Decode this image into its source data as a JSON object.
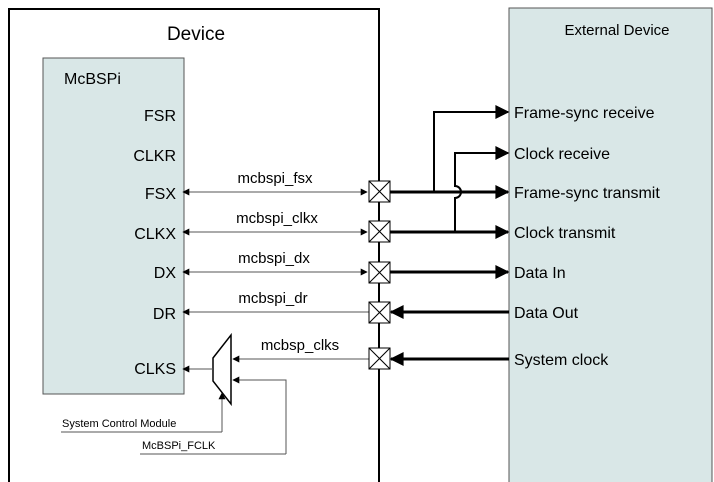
{
  "device": {
    "title": "Device"
  },
  "mcbsp": {
    "title": "McBSPi",
    "pins": {
      "fsr": "FSR",
      "clkr": "CLKR",
      "fsx": "FSX",
      "clkx": "CLKX",
      "dx": "DX",
      "dr": "DR",
      "clks": "CLKS"
    }
  },
  "signals": {
    "fsx": "mcbspi_fsx",
    "clkx": "mcbspi_clkx",
    "dx": "mcbspi_dx",
    "dr": "mcbspi_dr",
    "clks": "mcbsp_clks"
  },
  "external": {
    "title": "External Device",
    "ports": {
      "frame_sync_receive": "Frame-sync receive",
      "clock_receive": "Clock receive",
      "frame_sync_transmit": "Frame-sync transmit",
      "clock_transmit": "Clock transmit",
      "data_in": "Data In",
      "data_out": "Data Out",
      "system_clock": "System clock"
    }
  },
  "clock_sources": {
    "system_control_module": "System Control Module",
    "fclk": "McBSPi_FCLK"
  },
  "colors": {
    "external_fill": "#d9e7e7",
    "mcbsp_fill": "#d9e7e7",
    "line": "#000000",
    "thin_line": "#555555"
  }
}
